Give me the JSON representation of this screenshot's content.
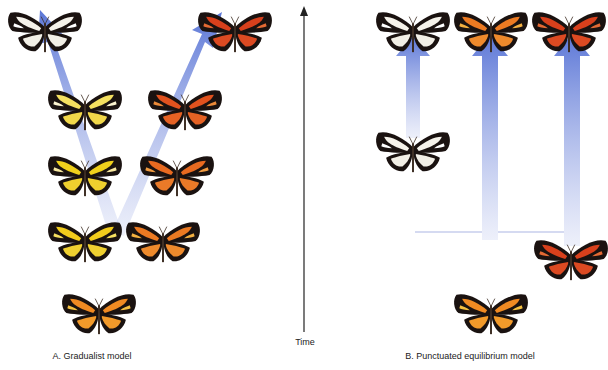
{
  "diagram": {
    "labels": [
      "A. Gradualist model",
      "Time",
      "B. Punctuated equilibrium model"
    ]
  }
}
